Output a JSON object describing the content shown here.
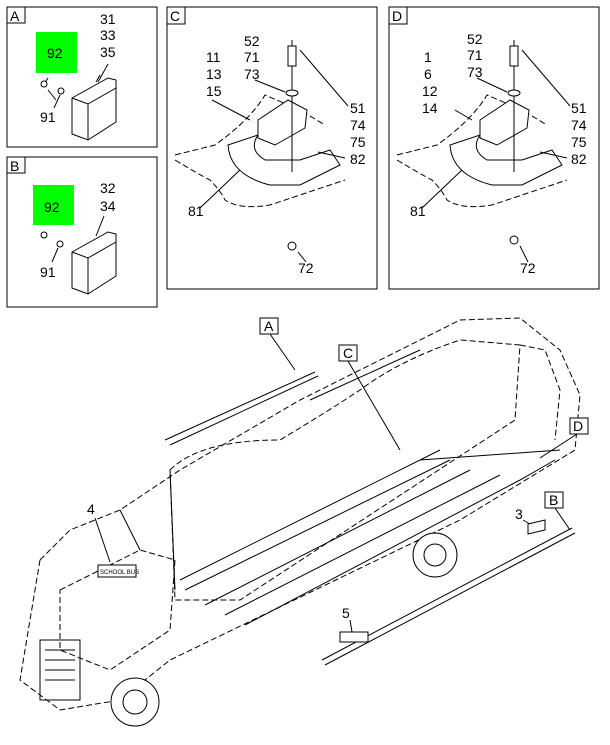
{
  "panels": {
    "A": {
      "letter": "A",
      "callouts": [
        "31",
        "33",
        "35"
      ],
      "bolt": "92",
      "washer": "91"
    },
    "B": {
      "letter": "B",
      "callouts": [
        "32",
        "34"
      ],
      "bolt": "92",
      "washer": "91"
    },
    "C": {
      "letter": "C",
      "left": [
        "11",
        "13",
        "15"
      ],
      "top": [
        "52",
        "71",
        "73"
      ],
      "right": [
        "51",
        "74",
        "75",
        "82"
      ],
      "ring": "81",
      "nut": "72"
    },
    "D": {
      "letter": "D",
      "left": [
        "1",
        "6",
        "12",
        "14"
      ],
      "top": [
        "52",
        "71",
        "73"
      ],
      "right": [
        "51",
        "74",
        "75",
        "82"
      ],
      "ring": "81",
      "nut": "72"
    }
  },
  "bus": {
    "callout_A": "A",
    "callout_B": "B",
    "callout_C": "C",
    "callout_D": "D",
    "item_3": "3",
    "item_4": "4",
    "item_5": "5",
    "sign_text": "SCHOOL BUS"
  },
  "colors": {
    "highlight": "#00ff00"
  }
}
